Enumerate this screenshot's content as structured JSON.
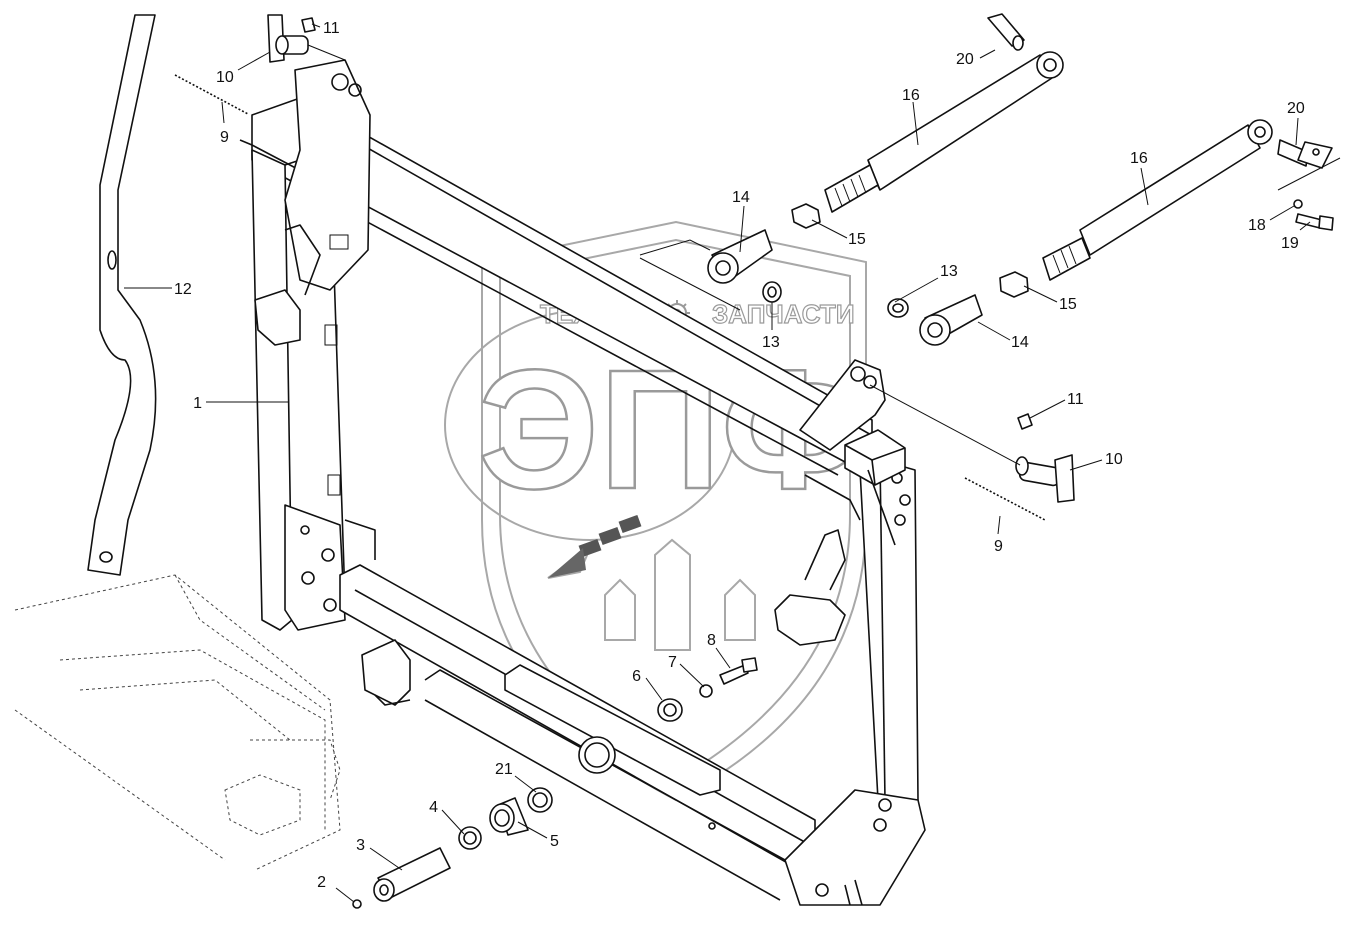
{
  "watermark": {
    "brand_left": "ТЕХНИКА",
    "brand_right": "ЗАПЧАСТИ",
    "logo_letters": "ЭПФ",
    "gear_icon": "gear-icon"
  },
  "callouts": [
    {
      "id": "c1",
      "label": "1"
    },
    {
      "id": "c2",
      "label": "2"
    },
    {
      "id": "c3",
      "label": "3"
    },
    {
      "id": "c4",
      "label": "4"
    },
    {
      "id": "c5",
      "label": "5"
    },
    {
      "id": "c6",
      "label": "6"
    },
    {
      "id": "c7",
      "label": "7"
    },
    {
      "id": "c8",
      "label": "8"
    },
    {
      "id": "c9a",
      "label": "9"
    },
    {
      "id": "c9b",
      "label": "9"
    },
    {
      "id": "c10a",
      "label": "10"
    },
    {
      "id": "c10b",
      "label": "10"
    },
    {
      "id": "c11a",
      "label": "11"
    },
    {
      "id": "c11b",
      "label": "11"
    },
    {
      "id": "c12",
      "label": "12"
    },
    {
      "id": "c13a",
      "label": "13"
    },
    {
      "id": "c13b",
      "label": "13"
    },
    {
      "id": "c14a",
      "label": "14"
    },
    {
      "id": "c14b",
      "label": "14"
    },
    {
      "id": "c15a",
      "label": "15"
    },
    {
      "id": "c15b",
      "label": "15"
    },
    {
      "id": "c16a",
      "label": "16"
    },
    {
      "id": "c16b",
      "label": "16"
    },
    {
      "id": "c18",
      "label": "18"
    },
    {
      "id": "c19",
      "label": "19"
    },
    {
      "id": "c20a",
      "label": "20"
    },
    {
      "id": "c20b",
      "label": "20"
    },
    {
      "id": "c21",
      "label": "21"
    }
  ]
}
